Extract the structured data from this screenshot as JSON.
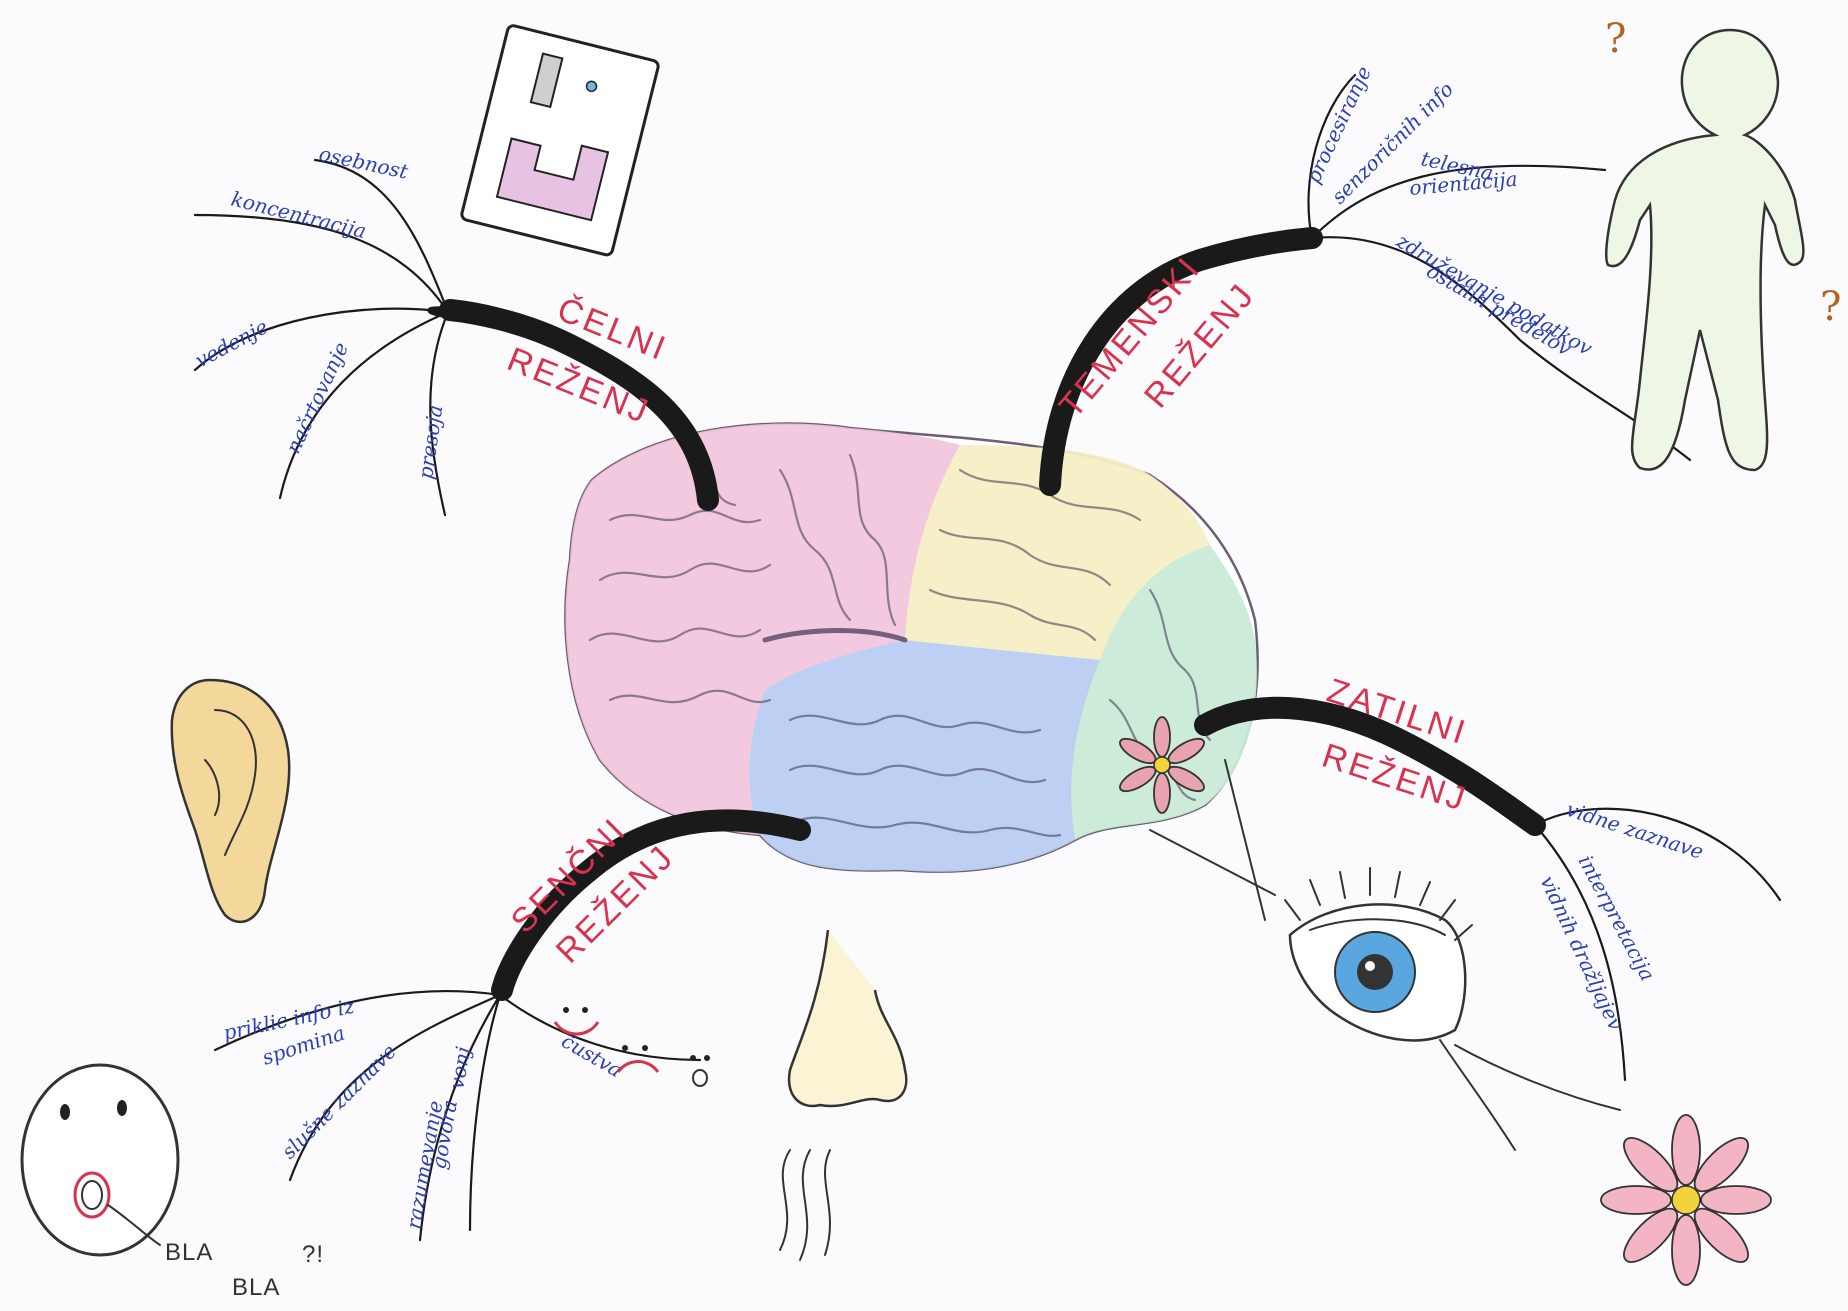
{
  "lobes": {
    "frontal": {
      "label_line1": "ČELNI",
      "label_line2": "REŽENJ",
      "color": "#f2c3dc",
      "notes": [
        "osebnost",
        "koncentracija",
        "vedenje",
        "načrtovanje",
        "presoja"
      ]
    },
    "parietal": {
      "label_line1": "TEMENSKI",
      "label_line2": "REŽENJ",
      "color": "#f7eec4",
      "notes": [
        "procesiranje",
        "senzoričnih info",
        "telesna",
        "orientacija",
        "združevanje podatkov",
        "ostalih predelov"
      ]
    },
    "occipital": {
      "label_line1": "ZATILNI",
      "label_line2": "REŽENJ",
      "color": "#c9ead6",
      "notes": [
        "vidne zaznave",
        "interpretacija",
        "vidnih dražljajev"
      ]
    },
    "temporal": {
      "label_line1": "SENČNI",
      "label_line2": "REŽENJ",
      "color": "#b9cdf2",
      "notes": [
        "priklic info iz",
        "spomina",
        "slušne zaznave",
        "razumevanje",
        "govora",
        "vonj",
        "čustva"
      ]
    }
  },
  "annotations": {
    "speech": [
      "BLA",
      "BLA"
    ],
    "question_mark": "?",
    "exclamation": "?!"
  },
  "colors": {
    "branch": "#1a1a1a",
    "label": "#d8324e",
    "note": "#2b3fb2",
    "flower_petal": "#e8a3ae",
    "flower_center": "#f2d43a",
    "eye_iris": "#5aa7df",
    "ear": "#f4d79a",
    "body_outline": "#e6f2dc"
  },
  "icons": [
    "brain-icon",
    "smartphone-icon",
    "human-silhouette-icon",
    "ear-icon",
    "eye-icon",
    "nose-icon",
    "flower-icon",
    "face-icon",
    "smiley-icon"
  ]
}
